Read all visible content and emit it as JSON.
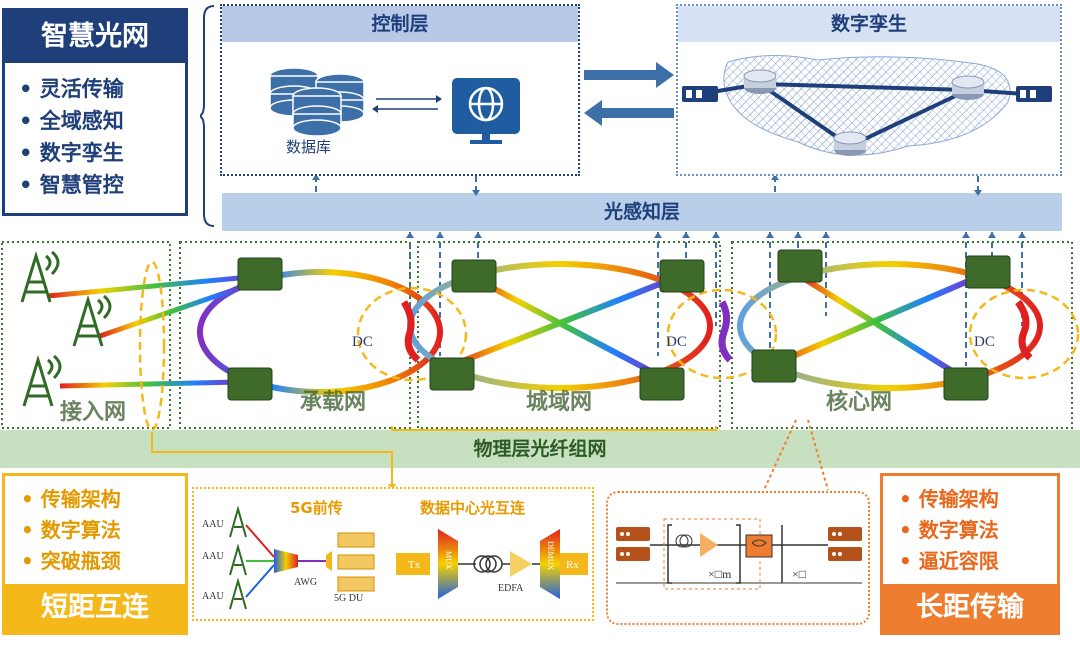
{
  "smart_optical_net": {
    "title": "智慧光网",
    "items": [
      "灵活传输",
      "全域感知",
      "数字孪生",
      "智慧管控"
    ]
  },
  "control_layer": {
    "title": "控制层",
    "database_label": "数据库"
  },
  "digital_twin": {
    "title": "数字孪生"
  },
  "sensing_layer": {
    "title": "光感知层"
  },
  "networks": {
    "access": "接入网",
    "bearer": "承载网",
    "metro": "城域网",
    "core": "核心网",
    "dc_labels": [
      "DC",
      "DC",
      "DC"
    ]
  },
  "physical_layer": {
    "title": "物理层光纤组网"
  },
  "short_reach": {
    "items": [
      "传输架构",
      "数字算法",
      "突破瓶颈"
    ],
    "title": "短距互连"
  },
  "long_haul": {
    "items": [
      "传输架构",
      "数字算法",
      "逼近容限"
    ],
    "title": "长距传输"
  },
  "fronthaul": {
    "title": "5G前传",
    "aau_labels": [
      "AAU",
      "AAU",
      "AAU"
    ],
    "awg_label": "AWG",
    "du_label": "5G DU"
  },
  "dci": {
    "title": "数据中心光互连",
    "tx_label": "Tx",
    "mux_label": "MUX",
    "edfa_label": "EDFA",
    "demux_label": "DEMUX",
    "rx_label": "Rx"
  },
  "long_haul_link": {
    "span_label": "×□m",
    "receiver_label": "×□"
  },
  "colors": {
    "navy": "#1f3f7a",
    "yellow": "#f4b81a",
    "orange": "#ee7d2f",
    "green": "#2f6b25",
    "light_blue": "#b9cfe9"
  }
}
